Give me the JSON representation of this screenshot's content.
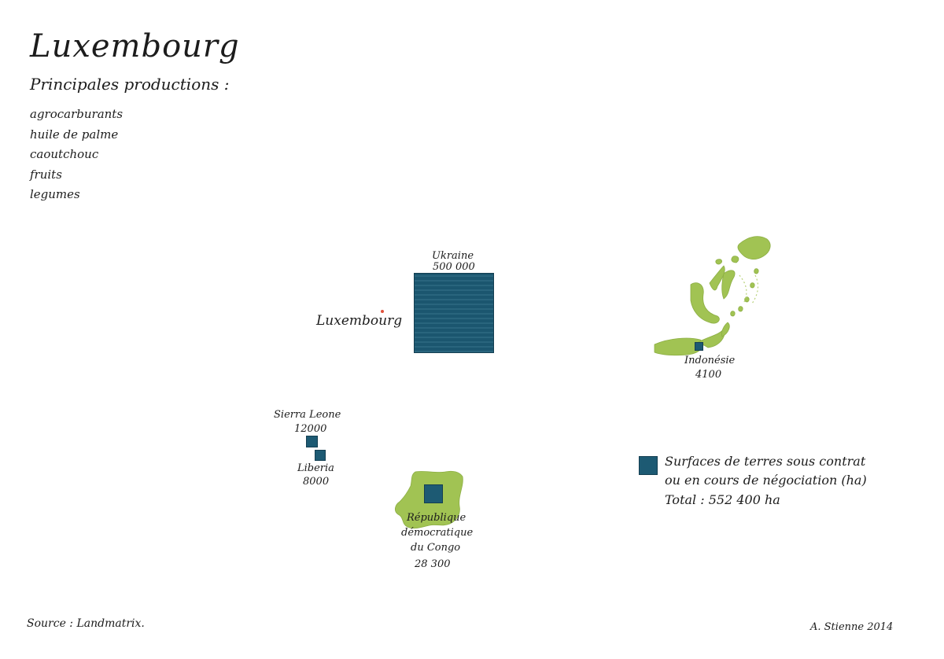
{
  "title": "Luxembourg",
  "subtitle": "Principales productions :",
  "productions": [
    "agrocarburants",
    "huile de palme",
    "caoutchouc",
    "fruits",
    "legumes"
  ],
  "origin_label": "Luxembourg",
  "countries": [
    {
      "name": "Ukraine",
      "value": "500 000"
    },
    {
      "name": "Indonésie",
      "value": "4100"
    },
    {
      "name": "Sierra Leone",
      "value": "12000"
    },
    {
      "name": "Liberia",
      "value": "8000"
    },
    {
      "name_lines": [
        "République",
        "démocratique",
        "du Congo"
      ],
      "value": "28 300"
    }
  ],
  "legend": {
    "line1": "Surfaces de terres sous contrat",
    "line2": "ou en cours de négociation (ha)",
    "line3": "Total : 552 400 ha"
  },
  "source": "Source : Landmatrix.",
  "signature": "A. Stienne 2014",
  "colors": {
    "square": "#1c5b75",
    "land": "#9cc04a",
    "origin_dot": "#e0523c"
  }
}
